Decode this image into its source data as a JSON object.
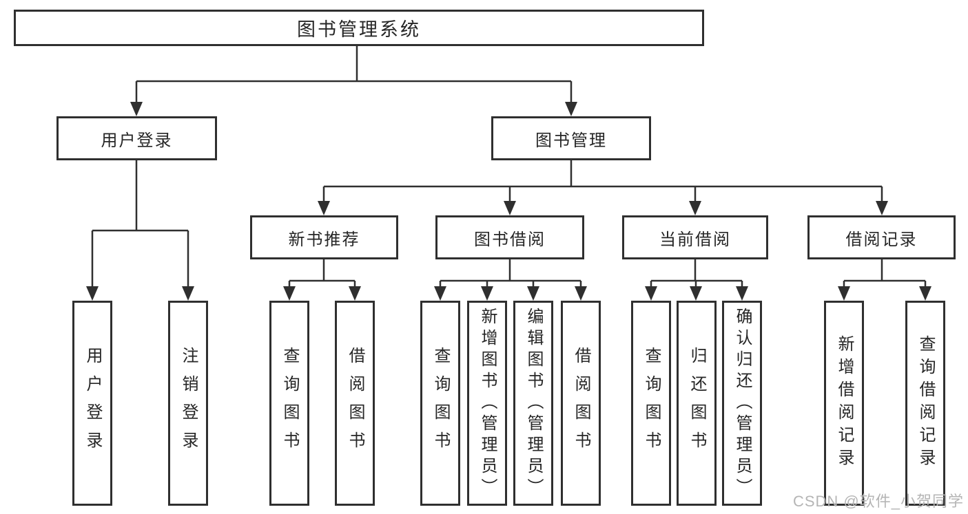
{
  "colors": {
    "line": "#2f2f2f",
    "text": "#262626",
    "watermark": "#b5b5b5",
    "background": "#ffffff"
  },
  "root": {
    "label": "图书管理系统"
  },
  "level2": {
    "user_login": "用户登录",
    "book_mgmt": "图书管理"
  },
  "level3": {
    "new_books": "新书推荐",
    "book_borrow": "图书借阅",
    "current_borrow": "当前借阅",
    "borrow_records": "借阅记录"
  },
  "leaves": {
    "user_login": [
      "用户登录",
      "注销登录"
    ],
    "new_books": [
      "查询图书",
      "借阅图书"
    ],
    "book_borrow": [
      "查询图书",
      "新增图书（管理员）",
      "编辑图书（管理员）",
      "借阅图书"
    ],
    "current_borrow": [
      "查询图书",
      "归还图书",
      "确认归还（管理员）"
    ],
    "borrow_records": [
      "新增借阅记录",
      "查询借阅记录"
    ]
  },
  "watermark": "CSDN @软件_小贺同学"
}
